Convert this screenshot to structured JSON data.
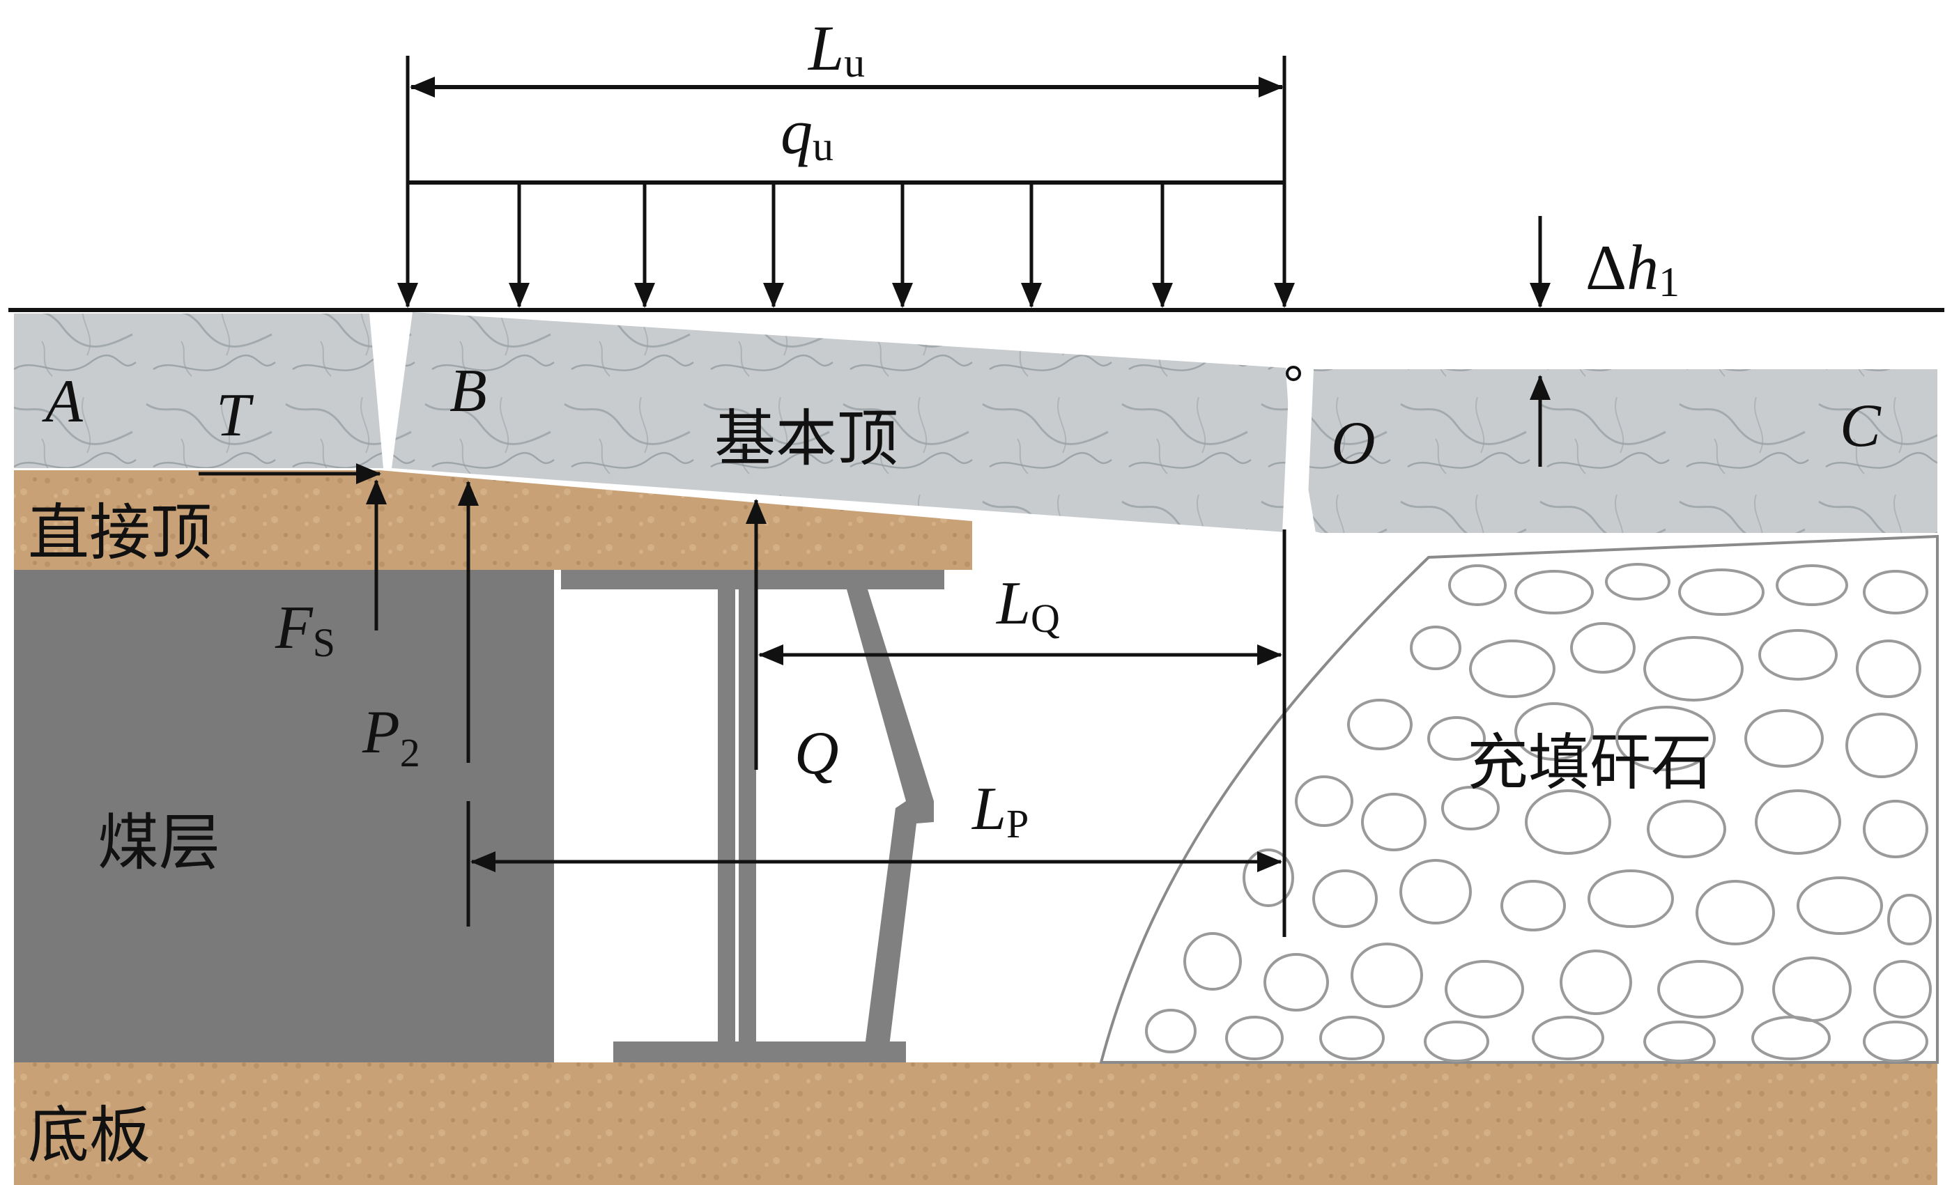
{
  "labels": {
    "Lu_main": "L",
    "Lu_sub": "u",
    "qu_main": "q",
    "qu_sub": "u",
    "dh_delta": "Δ",
    "dh_main": "h",
    "dh_sub": "1",
    "A": "A",
    "T": "T",
    "B": "B",
    "O": "O",
    "C": "C",
    "main_roof": "基本顶",
    "immediate_roof": "直接顶",
    "Fs_main": "F",
    "Fs_sub": "S",
    "P2_main": "P",
    "P2_sub": "2",
    "LQ_main": "L",
    "LQ_sub": "Q",
    "Q": "Q",
    "LP_main": "L",
    "LP_sub": "P",
    "coal_seam": "煤层",
    "backfill": "充填矸石",
    "floor": "底板"
  },
  "colors": {
    "line": "#111111",
    "rock_gray": "#c6cacd",
    "rock_vein": "#7d858c",
    "tan": "#c79f74",
    "tan_dark": "#a98259",
    "coal": "#7a7a7a",
    "support": "#808080",
    "gangue_line": "#8a8a8a"
  }
}
